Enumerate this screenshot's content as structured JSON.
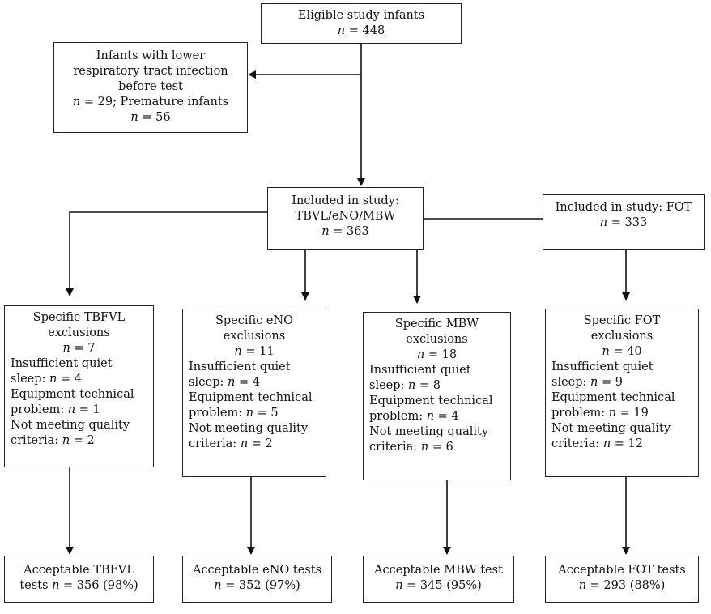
{
  "eligible": {
    "title": "Eligible study infants",
    "n": "448"
  },
  "excluded": {
    "lines": [
      "Infants with lower",
      "respiratory tract infection",
      "before test"
    ],
    "n1": "29",
    "mid": "; Premature infants",
    "n2": "56"
  },
  "included_main": {
    "title1": "Included in study:",
    "title2": "TBVL/eNO/MBW",
    "n": "363"
  },
  "included_fot": {
    "title": "Included in study: FOT",
    "n": "333"
  },
  "exclusions": [
    {
      "title1": "Specific TBFVL",
      "title2": "exclusions",
      "n": "7",
      "l1": "Insufficient quiet",
      "l2": "sleep: n = 4",
      "l3": "Equipment technical",
      "l4": "problem: n = 1",
      "l5": "Not meeting quality",
      "l6": "criteria: n = 2"
    },
    {
      "title1": "Specific eNO",
      "title2": "exclusions",
      "n": "11",
      "l1": "Insufficient quiet",
      "l2": "sleep: n = 4",
      "l3": "Equipment technical",
      "l4": "problem: n = 5",
      "l5": "Not meeting quality",
      "l6": "criteria: n = 2"
    },
    {
      "title1": "Specific MBW",
      "title2": "exclusions",
      "n": "18",
      "l1": "Insufficient quiet",
      "l2": "sleep: n = 8",
      "l3": "Equipment technical",
      "l4": "problem: n = 4",
      "l5": "Not meeting quality",
      "l6": "criteria: n = 6"
    },
    {
      "title1": "Specific FOT",
      "title2": "exclusions",
      "n": "40",
      "l1": "Insufficient quiet",
      "l2": "sleep: n = 9",
      "l3": "Equipment technical",
      "l4": "problem: n = 19",
      "l5": "Not meeting quality",
      "l6": "criteria: n = 12"
    }
  ],
  "acceptable": [
    {
      "line1": "Acceptable TBFVL",
      "line2": "tests n = 356 (98%)"
    },
    {
      "line1": "Acceptable eNO tests",
      "line2": "n = 352 (97%)"
    },
    {
      "line1": "Acceptable MBW test",
      "line2": "n = 345 (95%)"
    },
    {
      "line1": "Acceptable FOT tests",
      "line2": "n = 293 (88%)"
    }
  ]
}
